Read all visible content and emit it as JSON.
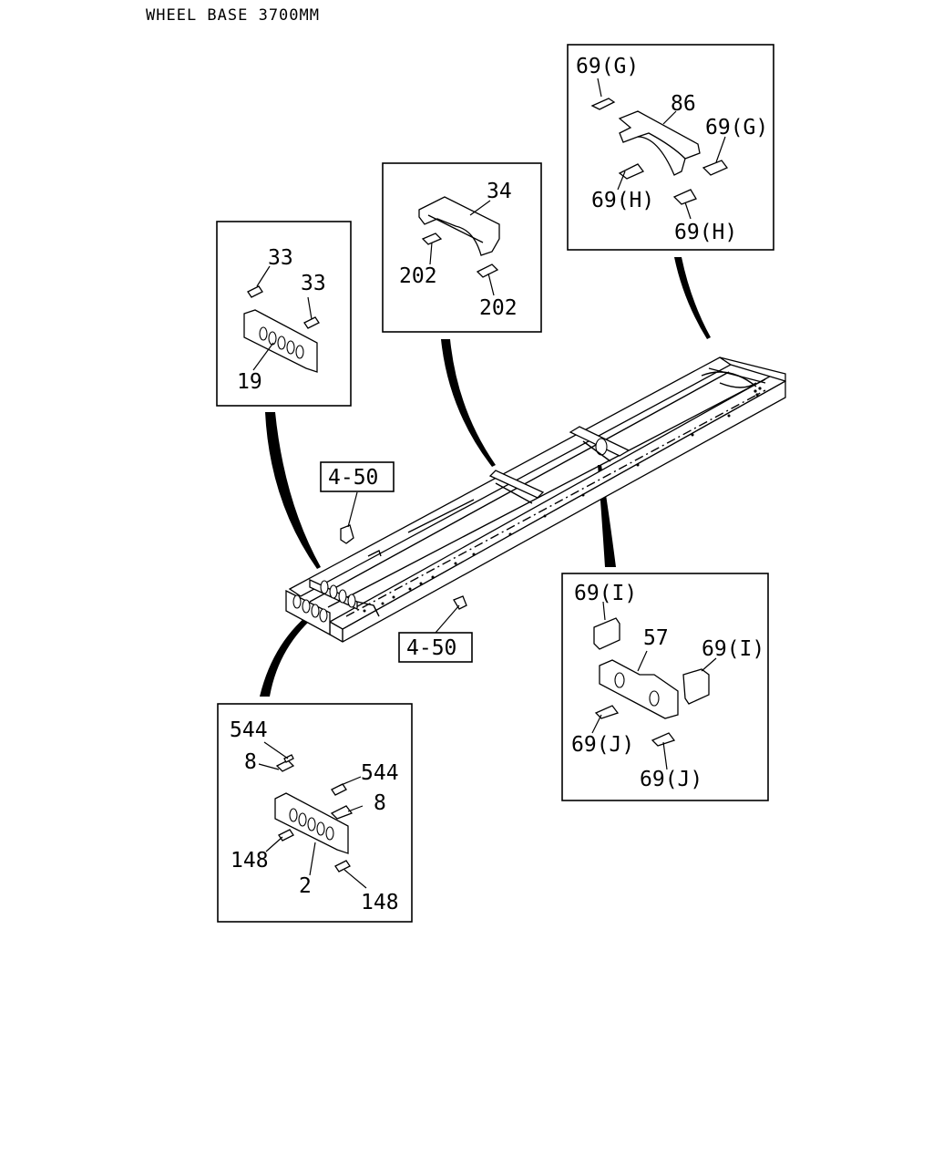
{
  "header": {
    "title": "WHEEL BASE 3700MM"
  },
  "callouts": {
    "topright": {
      "ref1": "69(G)",
      "ref2": "86",
      "ref3": "69(G)",
      "ref4": "69(H)",
      "ref5": "69(H)"
    },
    "middle": {
      "ref1": "34",
      "ref2": "202",
      "ref3": "202"
    },
    "left": {
      "ref1": "33",
      "ref2": "33",
      "ref3": "19"
    },
    "rightlower": {
      "ref1": "69(I)",
      "ref2": "57",
      "ref3": "69(I)",
      "ref4": "69(J)",
      "ref5": "69(J)"
    },
    "bottom": {
      "ref1": "544",
      "ref2": "8",
      "ref3": "544",
      "ref4": "8",
      "ref5": "148",
      "ref6": "2",
      "ref7": "148"
    }
  },
  "page_refs": {
    "upper": "4-50",
    "lower": "4-50"
  }
}
